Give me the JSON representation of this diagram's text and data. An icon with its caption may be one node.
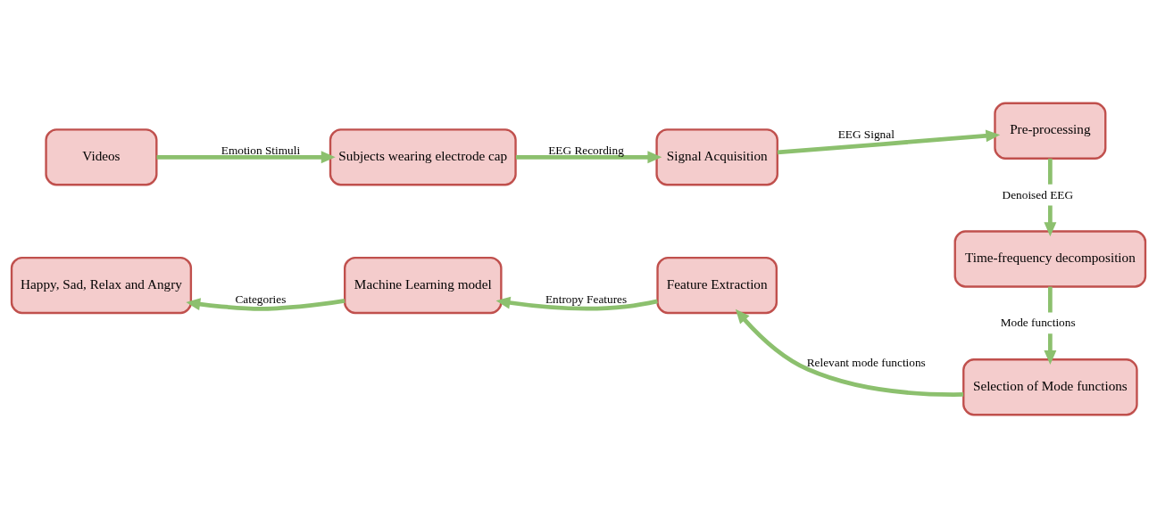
{
  "diagram": {
    "nodes": [
      {
        "text": [
          "Videos"
        ]
      },
      {
        "text": [
          "Subjects wearing electrode cap"
        ]
      },
      {
        "text": [
          "Signal Acquisition"
        ]
      },
      {
        "text": [
          "Pre-processing"
        ]
      },
      {
        "text": [
          "Time-frequency decomposition"
        ]
      },
      {
        "text": [
          "Selection of Mode functions"
        ]
      },
      {
        "text": [
          "Feature Extraction"
        ]
      },
      {
        "text": [
          "Machine Learning model"
        ]
      },
      {
        "text": [
          "Happy, Sad, Relax and Angry"
        ]
      }
    ],
    "edges": [
      {
        "from": 0,
        "to": 1,
        "arrow": "to",
        "label": "Emotion Stimuli"
      },
      {
        "from": 1,
        "to": 2,
        "arrow": "to",
        "label": "EEG Recording"
      },
      {
        "from": 2,
        "to": 3,
        "arrow": "to",
        "label": "EEG Signal"
      },
      {
        "from": 3,
        "to": 4,
        "arrow": "to",
        "label": "Denoised EEG"
      },
      {
        "from": 4,
        "to": 5,
        "arrow": "to",
        "label": "Mode functions"
      },
      {
        "from": 5,
        "to": 6,
        "arrow": "to",
        "label": "Relevant mode functions"
      },
      {
        "from": 6,
        "to": 7,
        "arrow": "to",
        "label": "Entropy Features"
      },
      {
        "from": 7,
        "to": 8,
        "arrow": "to",
        "label": "Categories"
      }
    ]
  }
}
